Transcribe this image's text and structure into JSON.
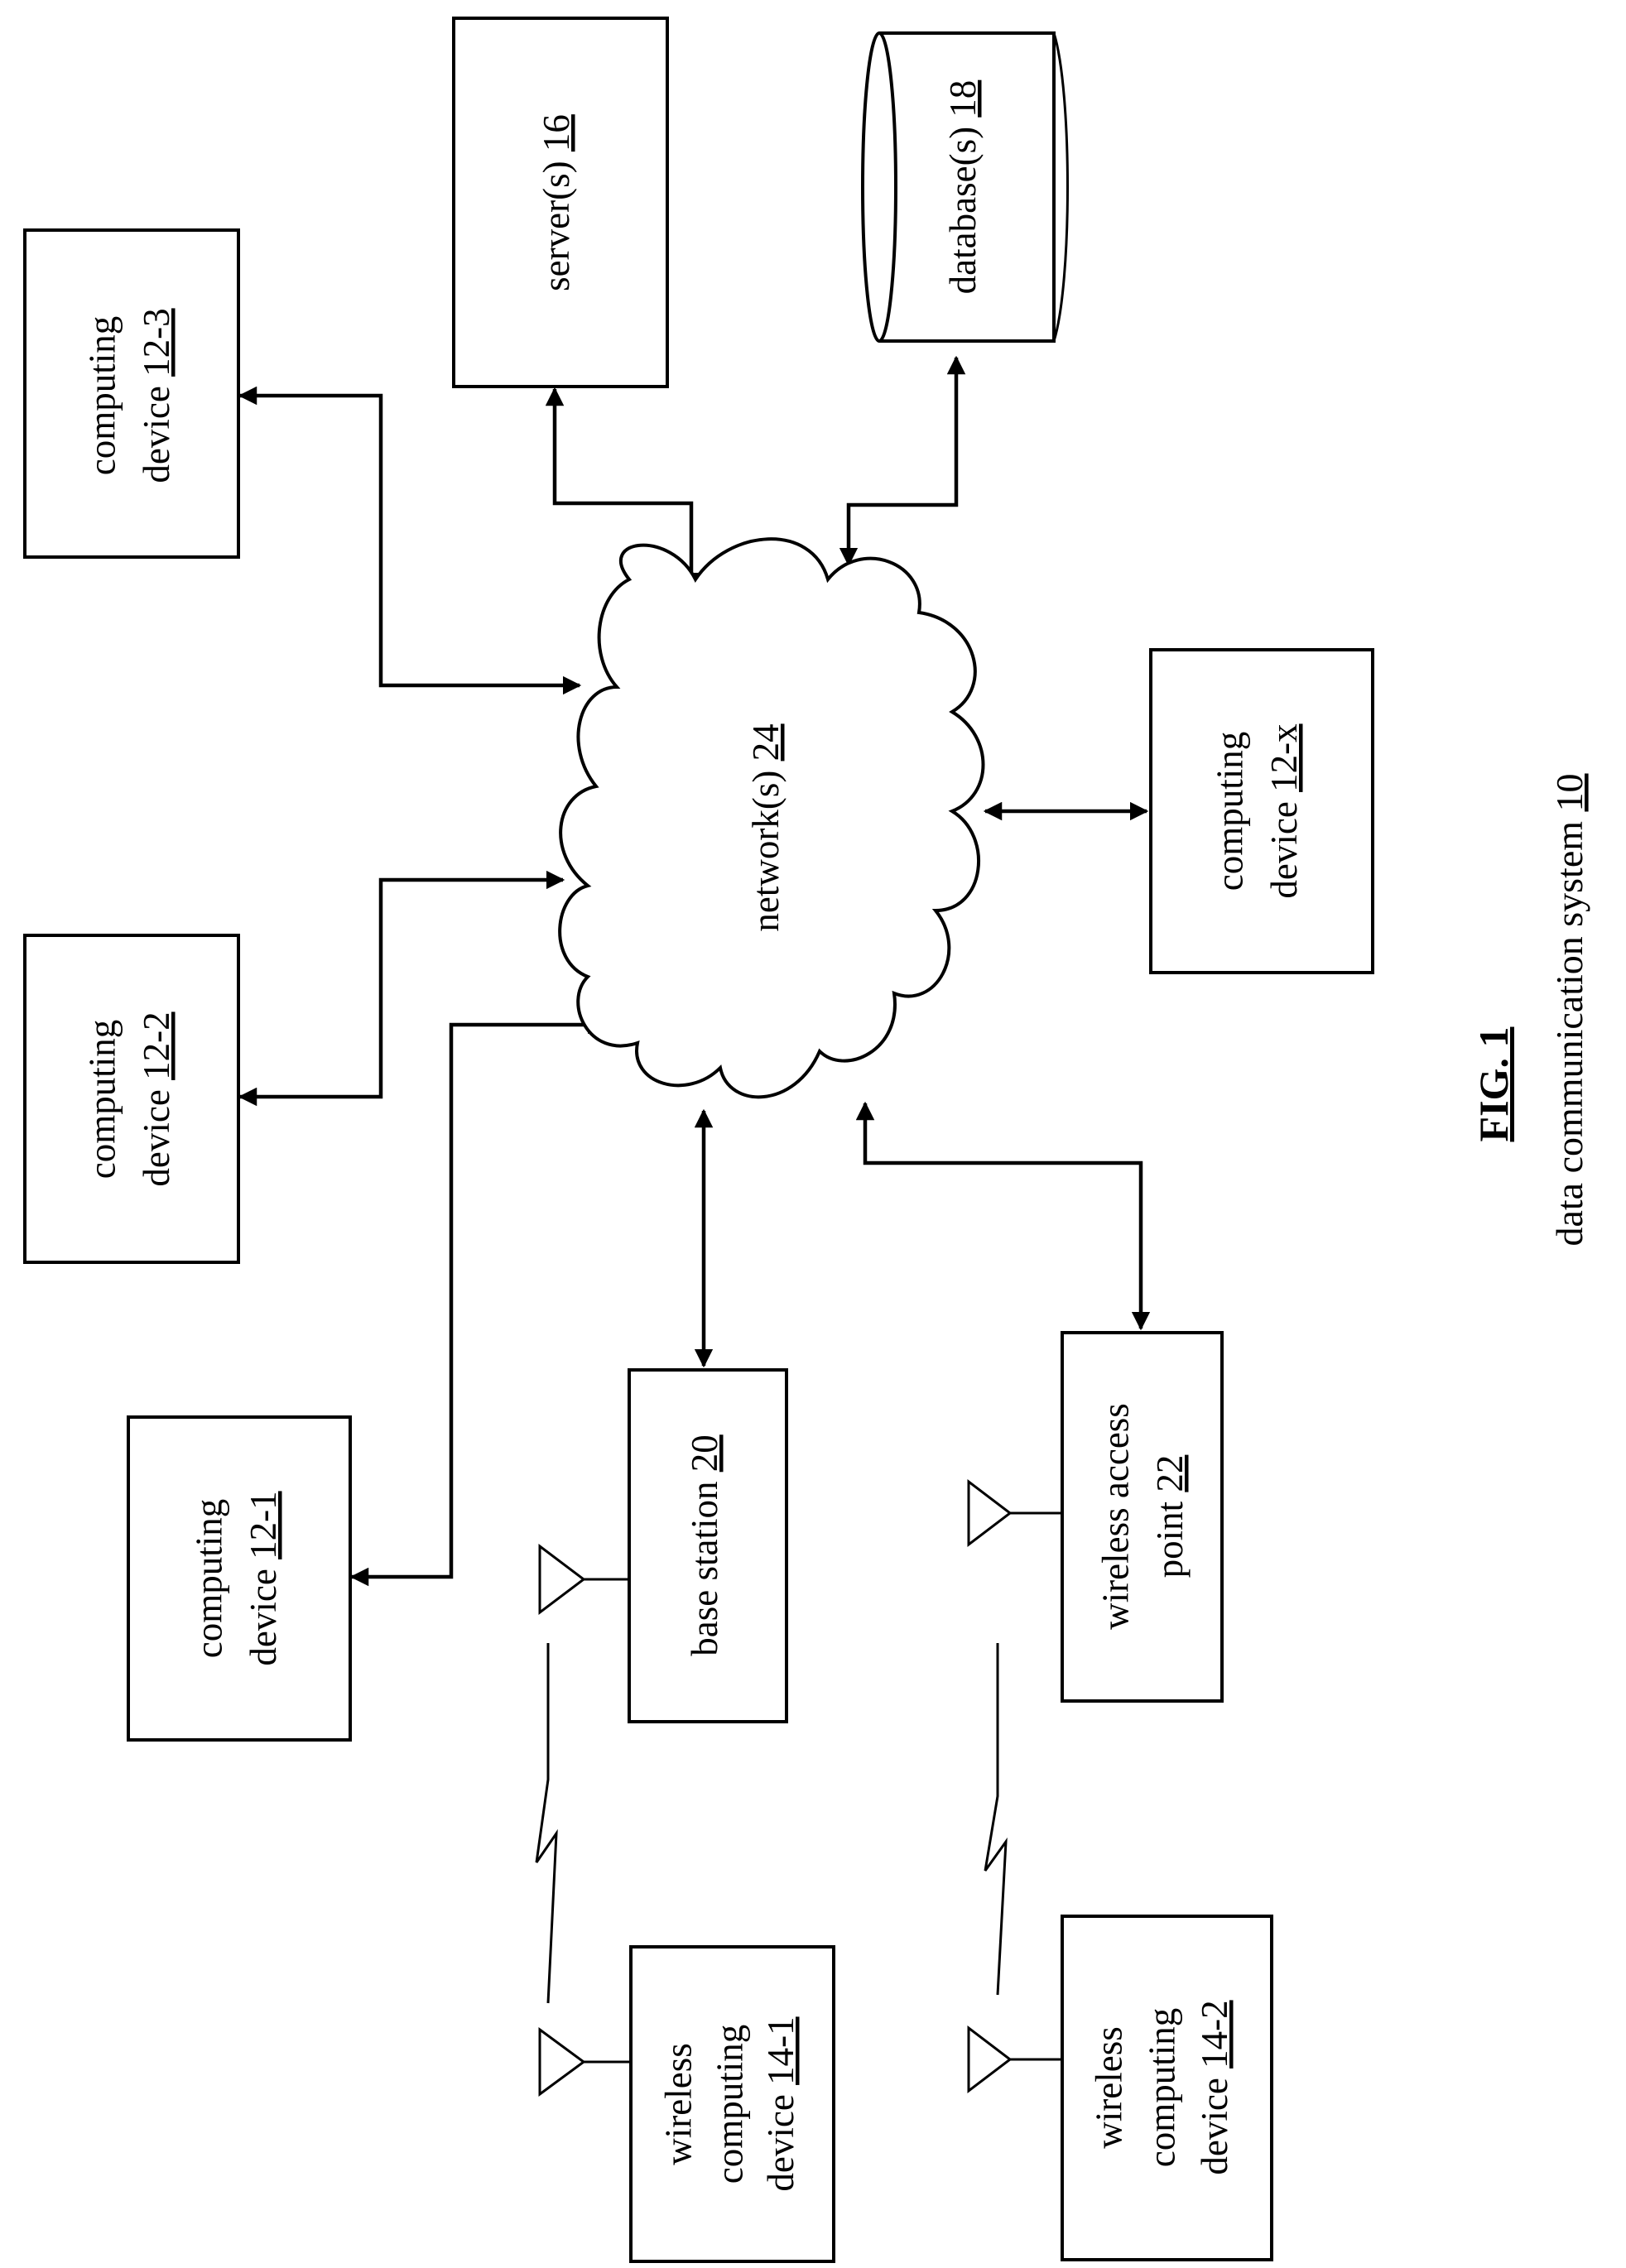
{
  "figure": {
    "title": "FIG. 1",
    "caption_text": "data communication system ",
    "caption_ref": "10"
  },
  "nodes": {
    "computing_device_12_3": {
      "line1": "computing",
      "line2_text": "device ",
      "line2_ref": "12-3"
    },
    "computing_device_12_2": {
      "line1": "computing",
      "line2_text": "device ",
      "line2_ref": "12-2"
    },
    "computing_device_12_1": {
      "line1": "computing",
      "line2_text": "device ",
      "line2_ref": "12-1"
    },
    "computing_device_12_x": {
      "line1": "computing",
      "line2_text": "device ",
      "line2_ref": "12-x"
    },
    "server": {
      "text": "server(s) ",
      "ref": "16"
    },
    "database": {
      "text": "database(s) ",
      "ref": "18"
    },
    "network": {
      "text": "network(s) ",
      "ref": "24"
    },
    "base_station": {
      "text": "base station ",
      "ref": "20"
    },
    "wireless_access_point": {
      "line1": "wireless access",
      "line2": "point  ",
      "line2_ref": "22"
    },
    "wireless_device_14_1": {
      "line1": "wireless",
      "line2": "computing",
      "line3_text": "device ",
      "line3_ref": "14-1"
    },
    "wireless_device_14_2": {
      "line1": "wireless",
      "line2": "computing",
      "line3_text": "device ",
      "line3_ref": "14-2"
    }
  }
}
